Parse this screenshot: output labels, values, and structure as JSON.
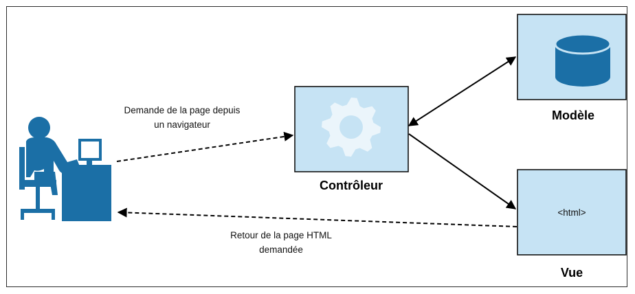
{
  "nodes": {
    "controller": {
      "label": "Contrôleur",
      "icon": "gear-icon"
    },
    "model": {
      "label": "Modèle",
      "icon": "database-icon"
    },
    "view": {
      "label": "Vue",
      "content": "<html>"
    },
    "user": {
      "icon": "user-at-computer-icon"
    }
  },
  "edges": {
    "request": {
      "label_line1": "Demande de la page depuis",
      "label_line2": "un navigateur",
      "style": "dashed"
    },
    "response": {
      "label_line1": "Retour de la page HTML",
      "label_line2": "demandée",
      "style": "dashed"
    },
    "controller_model": {
      "style": "solid",
      "direction": "both"
    },
    "controller_view": {
      "style": "solid",
      "direction": "forward"
    }
  },
  "colors": {
    "box_fill": "#c6e3f4",
    "icon_blue": "#1b6fa6",
    "stroke": "#000000"
  }
}
